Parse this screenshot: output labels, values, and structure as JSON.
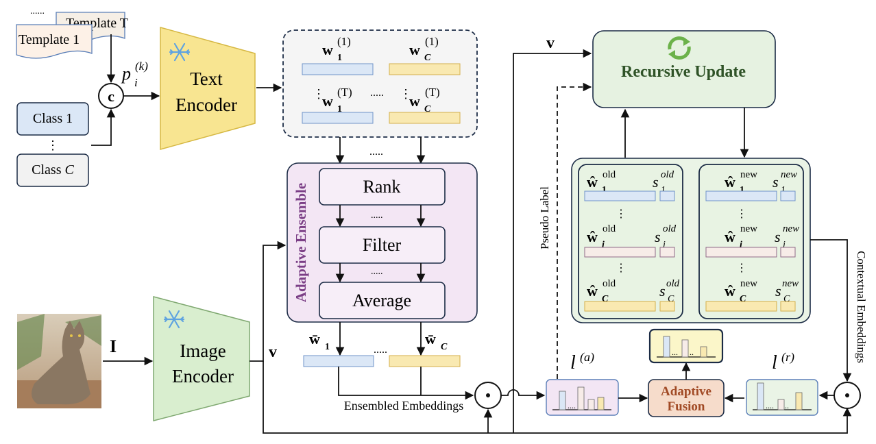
{
  "templates": {
    "back_label": "Template T",
    "front_label": "Template 1",
    "dots": "......"
  },
  "classes": {
    "first": "Class 1",
    "vdots": "⋮",
    "last_prefix": "Class ",
    "last_var": "C"
  },
  "concat_symbol": "c",
  "prompt_symbol": {
    "base": "p",
    "sub": "i",
    "sup": "(k)"
  },
  "text_encoder": {
    "line1": "Text",
    "line2": "Encoder",
    "frozen_icon": "snowflake-icon"
  },
  "image_encoder": {
    "line1": "Image",
    "line2": "Encoder",
    "frozen_icon": "snowflake-icon"
  },
  "text_embeddings": {
    "w1_1": {
      "base": "w",
      "sub": "1",
      "sup": "(1)"
    },
    "wC_1": {
      "base": "w",
      "sub": "C",
      "sup": "(1)"
    },
    "w1_T": {
      "base": "w",
      "sub": "1",
      "sup": "(T)"
    },
    "wC_T": {
      "base": "w",
      "sub": "C",
      "sup": "(T)"
    },
    "hdots": "....."
  },
  "ensemble": {
    "title": "Adaptive Ensemble",
    "steps": [
      "Rank",
      "Filter",
      "Average"
    ],
    "between_dots": "....."
  },
  "ensembled": {
    "w1": {
      "base": "w̄",
      "sub": "1"
    },
    "wC": {
      "base": "w̄",
      "sub": "C"
    },
    "dots": ".....",
    "caption": "Ensembled Embeddings"
  },
  "image_input_label": "I",
  "image_feature_label": "v",
  "dot_product_symbol": "⊙",
  "recursive_update": {
    "title": "Recursive Update",
    "icon": "recycle-icon"
  },
  "pseudo_label": "Pseudo Label",
  "contextual_embeddings": "Contextual Embeddings",
  "memory_old": {
    "w1": {
      "base": "ŵ",
      "sub": "1",
      "sup": "old"
    },
    "s1": {
      "base": "s",
      "sub": "1",
      "sup": "old"
    },
    "wi": {
      "base": "ŵ",
      "sub": "i",
      "sup": "old"
    },
    "si": {
      "base": "s",
      "sub": "i",
      "sup": "old"
    },
    "wC": {
      "base": "ŵ",
      "sub": "C",
      "sup": "old"
    },
    "sC": {
      "base": "s",
      "sub": "C",
      "sup": "old"
    }
  },
  "memory_new": {
    "w1": {
      "base": "ŵ",
      "sub": "1",
      "sup": "new"
    },
    "s1": {
      "base": "s",
      "sub": "1",
      "sup": "new"
    },
    "wi": {
      "base": "ŵ",
      "sub": "i",
      "sup": "new"
    },
    "si": {
      "base": "s",
      "sub": "i",
      "sup": "new"
    },
    "wC": {
      "base": "ŵ",
      "sub": "C",
      "sup": "new"
    },
    "sC": {
      "base": "s",
      "sub": "C",
      "sup": "new"
    }
  },
  "logits_a": {
    "base": "l",
    "sup": "(a)"
  },
  "logits_r": {
    "base": "l",
    "sup": "(r)"
  },
  "adaptive_fusion": {
    "line1": "Adaptive",
    "line2": "Fusion"
  },
  "colors": {
    "blue_fill": "#dbe7f6",
    "blue_stroke": "#6f93c8",
    "yellow_fill": "#f9e9b1",
    "yellow_stroke": "#d4ae4a",
    "purple_fill": "#f3e6f4",
    "purple_stroke": "#7f4f8c",
    "green_fill": "#e3f1dd",
    "green_stroke": "#5d7f56",
    "text_encoder_fill": "#f8e591",
    "image_encoder_fill": "#d9eecf",
    "fusion_fill": "#f6dccb",
    "fusion_text": "#a14a25",
    "ensemble_title": "#7b3f86",
    "recursive_title": "#2f5327"
  }
}
